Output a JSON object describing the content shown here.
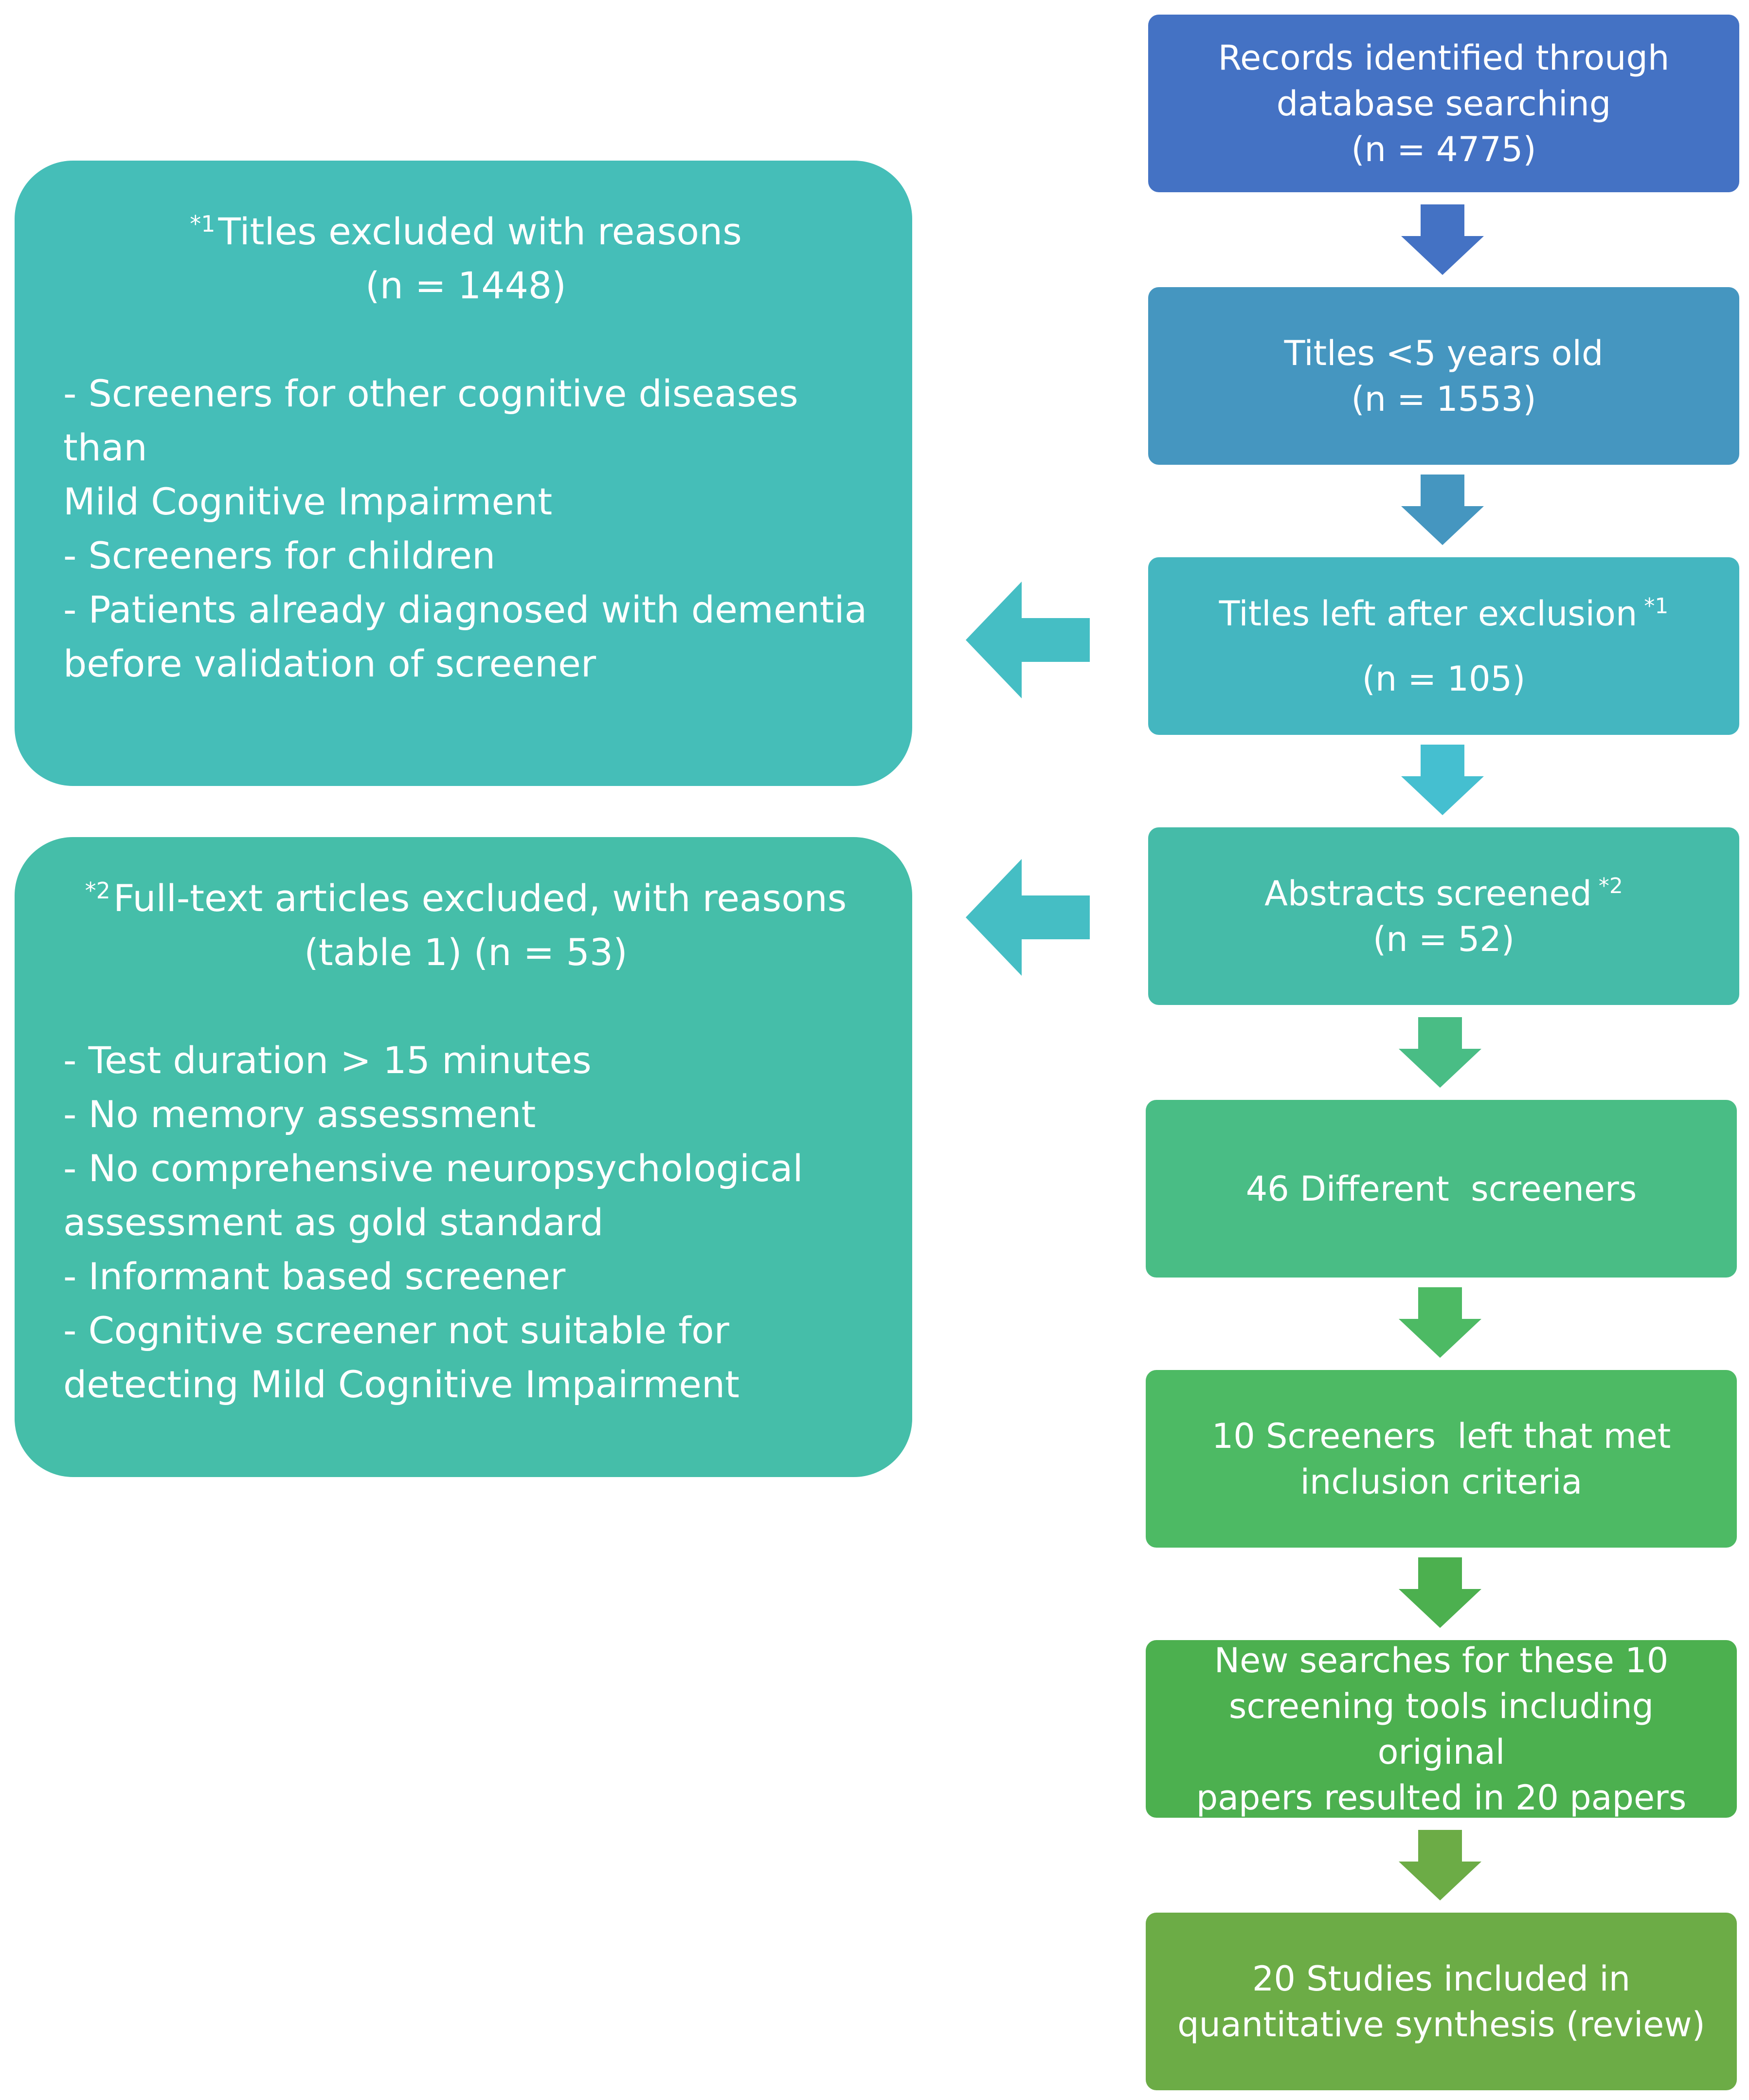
{
  "flow": [
    {
      "id": "records",
      "lines": [
        "Records identified through",
        "database searching",
        "(n = 4775)"
      ],
      "color": "#4472C4"
    },
    {
      "id": "titles-under-5",
      "lines": [
        "Titles <5 years old",
        "(n = 1553)"
      ],
      "color": "#4596C0"
    },
    {
      "id": "titles-left",
      "title": "Titles left after exclusion",
      "sup": "*1",
      "count": "(n = 105)",
      "color": "#44B6C0"
    },
    {
      "id": "abstracts",
      "title": "Abstracts screened",
      "sup": "*2",
      "count": "(n = 52)",
      "color": "#45BBA8"
    },
    {
      "id": "different-screeners",
      "lines": [
        "46 Different  screeners"
      ],
      "color": "#49BD85"
    },
    {
      "id": "screeners-left",
      "lines": [
        "10 Screeners  left that met",
        "inclusion criteria"
      ],
      "color": "#4DBA64"
    },
    {
      "id": "new-searches",
      "lines": [
        "New searches for these 10",
        "screening tools including original",
        "papers resulted in 20 papers"
      ],
      "color": "#4CB04F"
    },
    {
      "id": "studies-included",
      "lines": [
        "20 Studies included in",
        "quantitative synthesis (review)"
      ],
      "color": "#6CAC46"
    }
  ],
  "arrow_colors": [
    "#4472C4",
    "#4596C0",
    "#45BFD0",
    "#49BD85",
    "#4DBA64",
    "#4CB04F",
    "#6CAC46"
  ],
  "exclusion_1": {
    "marker": "*1",
    "heading": "Titles excluded with reasons",
    "count": "(n = 1448)",
    "reasons": [
      "- Screeners for other cognitive diseases than",
      "Mild Cognitive Impairment",
      "- Screeners for children",
      "- Patients already diagnosed with dementia",
      "before validation of screener"
    ],
    "color": "#45BEB8"
  },
  "exclusion_2": {
    "marker": "*2",
    "heading": "Full-text articles excluded, with reasons",
    "count": "(table 1) (n = 53)",
    "reasons": [
      "- Test duration > 15 minutes",
      "- No memory assessment",
      "- No comprehensive neuropsychological",
      "assessment as gold standard",
      "- Informant based screener",
      "- Cognitive screener not suitable for",
      "detecting Mild Cognitive Impairment"
    ],
    "color": "#45BEA9"
  },
  "left_arrow_color": "#45BEC4"
}
